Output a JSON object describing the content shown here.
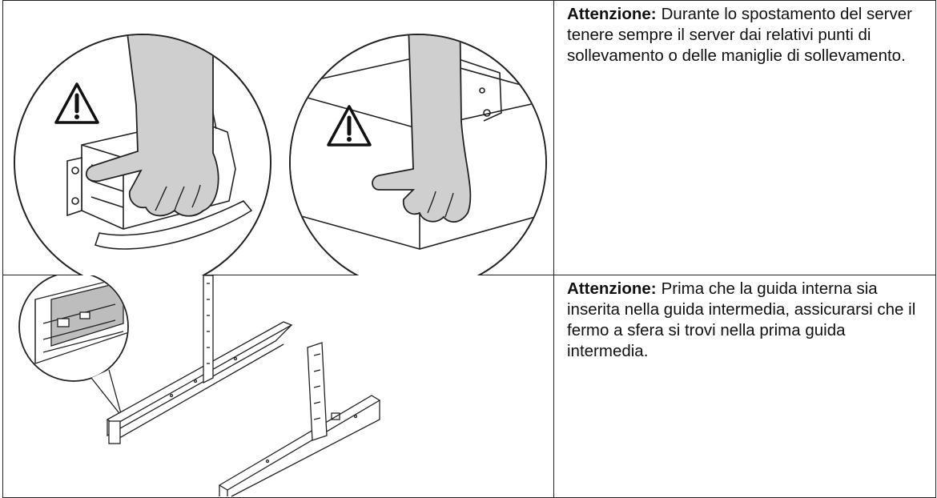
{
  "rows": [
    {
      "caution_label": "Attenzione:",
      "caution_text": "Durante lo spostamento del server tenere sempre il server dai relativi punti di sollevamento o delle maniglie di sollevamento.",
      "illustration_icons": [
        "warning-triangle-icon",
        "warning-triangle-icon"
      ]
    },
    {
      "caution_label": "Attenzione:",
      "caution_text": "Prima che la guida interna sia inserita nella guida intermedia, assicurarsi che il fermo a sfera si trovi nella prima guida intermedia."
    }
  ]
}
